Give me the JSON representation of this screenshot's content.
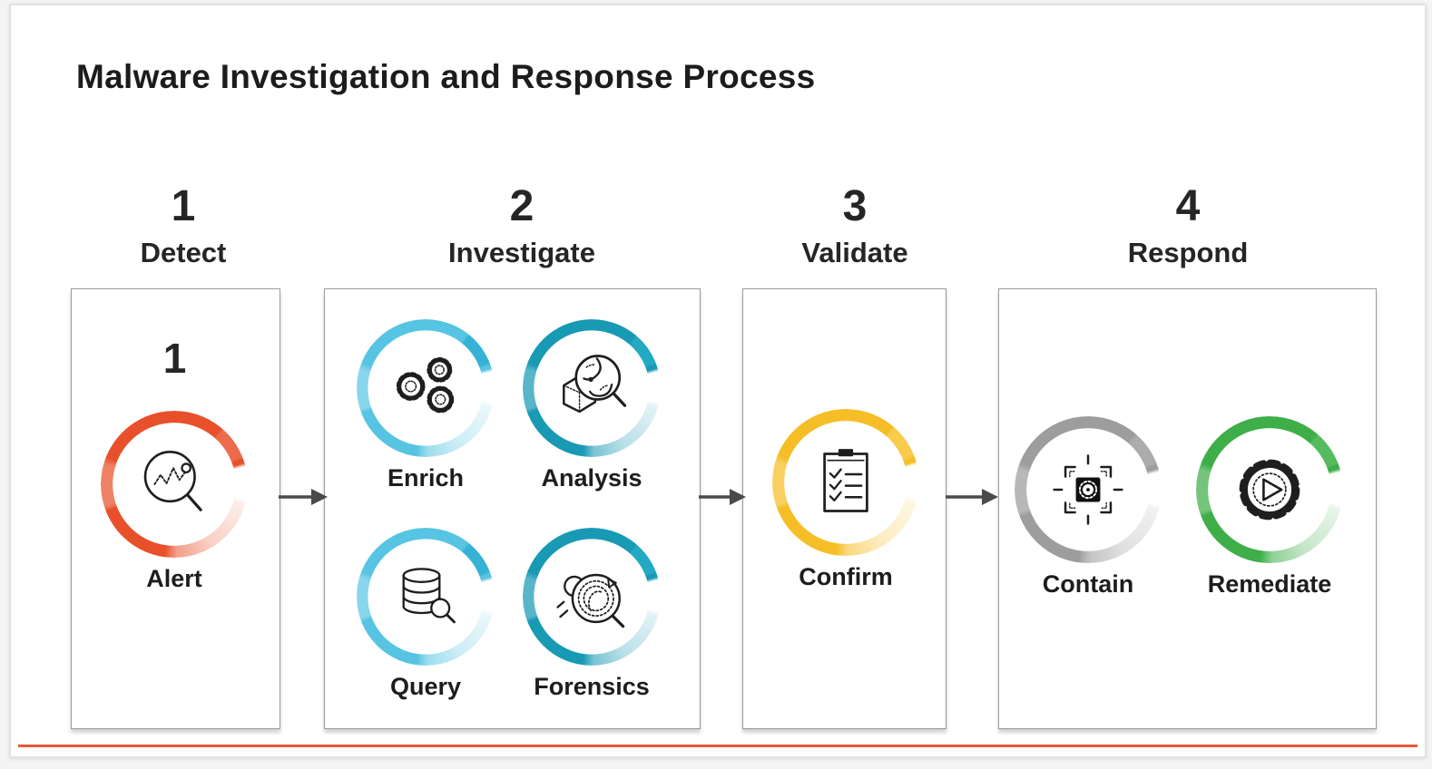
{
  "title": "Malware Investigation and Response Process",
  "accent_line_color": "#E65A38",
  "ring_colors": {
    "alert": "#E8502B",
    "enrich": "#56C4E2",
    "analysis": "#1899B4",
    "query": "#56C4E2",
    "forensics": "#1899B4",
    "confirm": "#F5BE26",
    "contain": "#9D9D9D",
    "remediate": "#3EAE49"
  },
  "stages": [
    {
      "number": "1",
      "label": "Detect",
      "inner_number": "1",
      "items": [
        {
          "label": "Alert",
          "icon": "alert-magnifier-icon"
        }
      ]
    },
    {
      "number": "2",
      "label": "Investigate",
      "items": [
        {
          "label": "Enrich",
          "icon": "gears-icon"
        },
        {
          "label": "Analysis",
          "icon": "cube-magnifier-icon"
        },
        {
          "label": "Query",
          "icon": "database-magnifier-icon"
        },
        {
          "label": "Forensics",
          "icon": "bug-fingerprint-magnifier-icon"
        }
      ]
    },
    {
      "number": "3",
      "label": "Validate",
      "items": [
        {
          "label": "Confirm",
          "icon": "checklist-clipboard-icon"
        }
      ]
    },
    {
      "number": "4",
      "label": "Respond",
      "items": [
        {
          "label": "Contain",
          "icon": "quarantine-target-icon"
        },
        {
          "label": "Remediate",
          "icon": "gear-play-icon"
        }
      ]
    }
  ]
}
